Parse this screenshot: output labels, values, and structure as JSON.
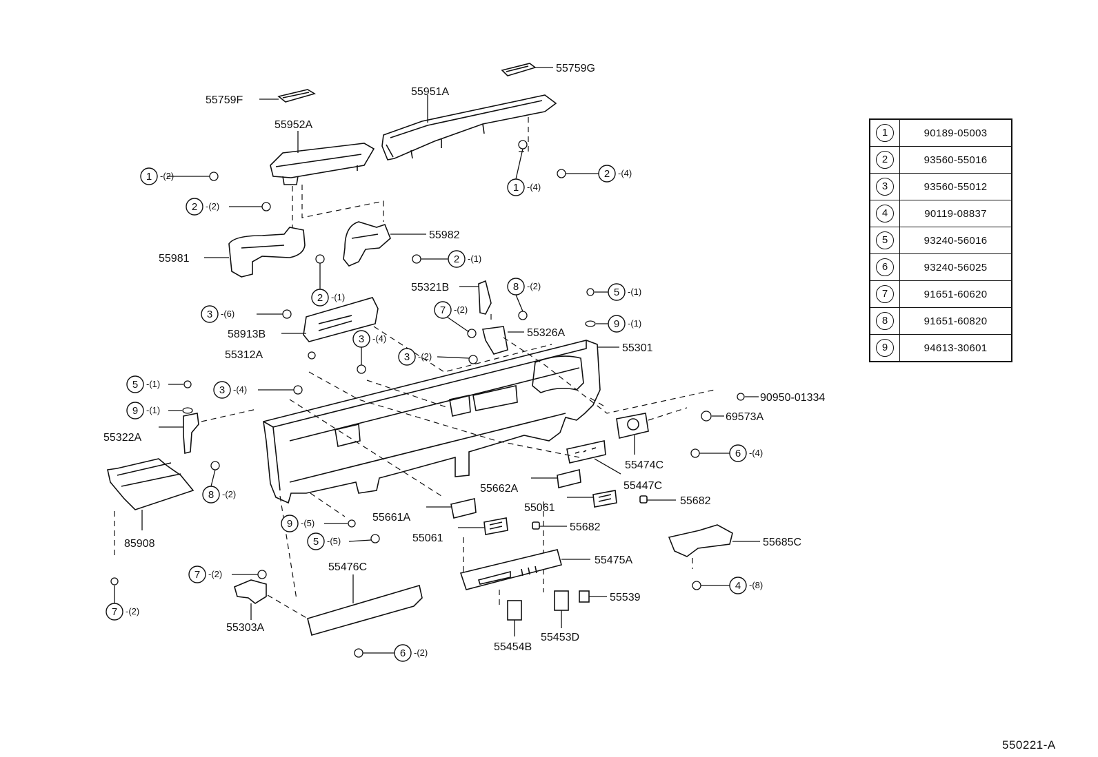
{
  "legend": [
    {
      "n": "1",
      "part": "90189-05003"
    },
    {
      "n": "2",
      "part": "93560-55016"
    },
    {
      "n": "3",
      "part": "93560-55012"
    },
    {
      "n": "4",
      "part": "90119-08837"
    },
    {
      "n": "5",
      "part": "93240-56016"
    },
    {
      "n": "6",
      "part": "93240-56025"
    },
    {
      "n": "7",
      "part": "91651-60620"
    },
    {
      "n": "8",
      "part": "91651-60820"
    },
    {
      "n": "9",
      "part": "94613-30601"
    }
  ],
  "part_labels": {
    "p55759G": "55759G",
    "p55759F": "55759F",
    "p55951A": "55951A",
    "p55952A": "55952A",
    "p55982": "55982",
    "p55981": "55981",
    "p55321B": "55321B",
    "p58913B": "58913B",
    "p55326A": "55326A",
    "p55301": "55301",
    "p55312A": "55312A",
    "p90950": "90950-01334",
    "p69573A": "69573A",
    "p55322A": "55322A",
    "p55474C": "55474C",
    "p55447C": "55447C",
    "p55662A": "55662A",
    "p55682a": "55682",
    "p55061a": "55061",
    "p55661A": "55661A",
    "p55682b": "55682",
    "p55061b": "55061",
    "p55685C": "55685C",
    "p85908": "85908",
    "p55475A": "55475A",
    "p55476C": "55476C",
    "p55539": "55539",
    "p55453D": "55453D",
    "p55303A": "55303A",
    "p55454B": "55454B"
  },
  "callouts": {
    "c1a": {
      "n": "1",
      "q": "-(2)"
    },
    "c2a": {
      "n": "2",
      "q": "-(2)"
    },
    "c1b": {
      "n": "1",
      "q": "-(4)"
    },
    "c2b": {
      "n": "2",
      "q": "-(4)"
    },
    "c2c": {
      "n": "2",
      "q": "-(1)"
    },
    "c2d": {
      "n": "2",
      "q": "-(1)"
    },
    "c8a": {
      "n": "8",
      "q": "-(2)"
    },
    "c5a": {
      "n": "5",
      "q": "-(1)"
    },
    "c3a": {
      "n": "3",
      "q": "-(6)"
    },
    "c7a": {
      "n": "7",
      "q": "-(2)"
    },
    "c9a": {
      "n": "9",
      "q": "-(1)"
    },
    "c3b": {
      "n": "3",
      "q": "-(4)"
    },
    "c3c": {
      "n": "3",
      "q": "-(2)"
    },
    "c5b": {
      "n": "5",
      "q": "-(1)"
    },
    "c3d": {
      "n": "3",
      "q": "-(4)"
    },
    "c9b": {
      "n": "9",
      "q": "-(1)"
    },
    "c6a": {
      "n": "6",
      "q": "-(4)"
    },
    "c8b": {
      "n": "8",
      "q": "-(2)"
    },
    "c9c": {
      "n": "9",
      "q": "-(5)"
    },
    "c5c": {
      "n": "5",
      "q": "-(5)"
    },
    "c7b": {
      "n": "7",
      "q": "-(2)"
    },
    "c4a": {
      "n": "4",
      "q": "-(8)"
    },
    "c7c": {
      "n": "7",
      "q": "-(2)"
    },
    "c6b": {
      "n": "6",
      "q": "-(2)"
    }
  },
  "diagram_ref": "550221-A"
}
